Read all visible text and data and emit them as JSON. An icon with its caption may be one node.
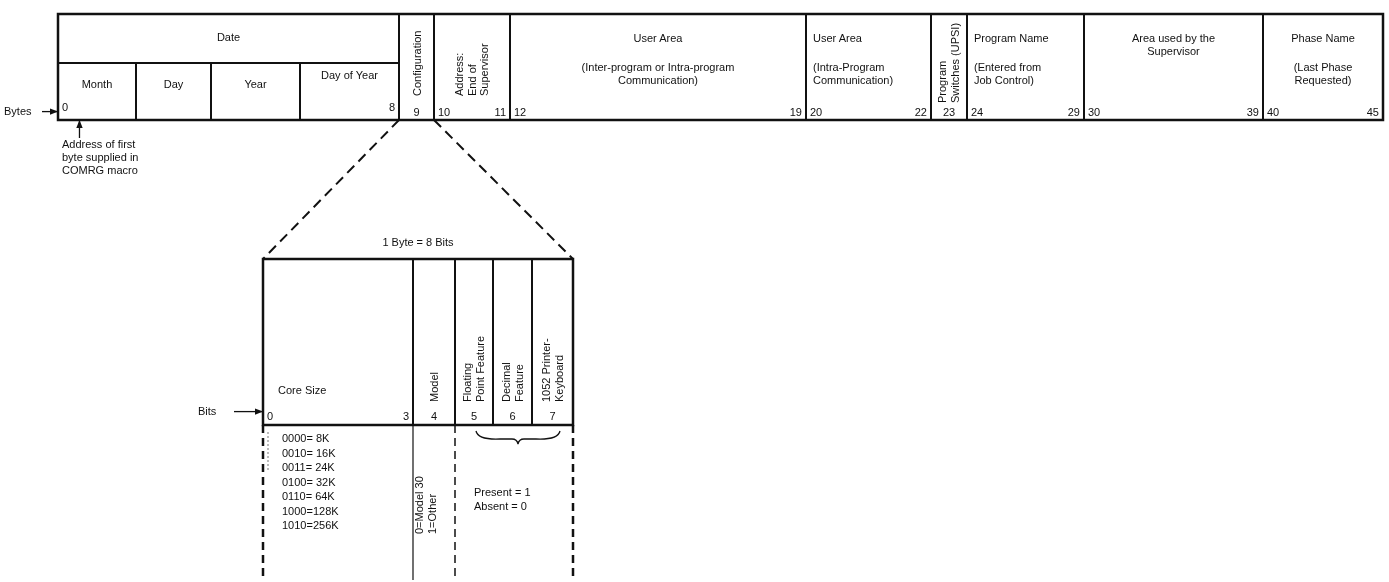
{
  "diagram": {
    "nodes": [
      {
        "text": [
          "Date"
        ]
      },
      {
        "text": [
          "Month",
          "0"
        ]
      },
      {
        "text": [
          "Day"
        ]
      },
      {
        "text": [
          "Year"
        ]
      },
      {
        "text": [
          "Day of Year",
          "8"
        ]
      },
      {
        "text": [
          "Configuration",
          "9"
        ]
      },
      {
        "text": [
          "Address: End of Supervisor",
          "10",
          "11"
        ]
      },
      {
        "text": [
          "User Area",
          "(Inter-program or Intra-program Communication)",
          "12",
          "19"
        ]
      },
      {
        "text": [
          "User Area",
          "(Intra-Program Communication)",
          "20",
          "22"
        ]
      },
      {
        "text": [
          "Program Switches (UPSI)",
          "23"
        ]
      },
      {
        "text": [
          "Program Name",
          "(Entered from Job Control)",
          "24",
          "29"
        ]
      },
      {
        "text": [
          "Area used by the Supervisor",
          "30",
          "39"
        ]
      },
      {
        "text": [
          "Phase Name",
          "(Last Phase Requested)",
          "40",
          "45"
        ]
      },
      {
        "text": [
          "Bytes"
        ]
      },
      {
        "text": [
          "Address of first byte supplied in COMRG macro"
        ]
      },
      {
        "text": [
          "Bits"
        ]
      },
      {
        "text": [
          "Core Size",
          "0",
          "3"
        ]
      },
      {
        "text": [
          "Model",
          "4"
        ]
      },
      {
        "text": [
          "Floating Point Feature",
          "5"
        ]
      },
      {
        "text": [
          "Decimal Feature",
          "6"
        ]
      },
      {
        "text": [
          "1052 Printer-Keyboard",
          "7"
        ]
      }
    ],
    "edges": [
      {
        "from": 14,
        "to": 1,
        "arrow": "to"
      },
      {
        "from": 13,
        "to": 1,
        "arrow": "to"
      },
      {
        "from": 5,
        "to": 16,
        "arrow": "none",
        "style": "dashed"
      },
      {
        "from": 5,
        "to": 20,
        "arrow": "none",
        "style": "dashed"
      },
      {
        "from": 15,
        "to": 16,
        "arrow": "to"
      }
    ],
    "labels": [
      "1 Byte = 8 Bits",
      "0000= 8K",
      "0010= 16K",
      "0011= 24K",
      "0100= 32K",
      "0110= 64K",
      "1000=128K",
      "1010=256K",
      "0=Model 30",
      "1=Other",
      "Present = 1",
      "Absent = 0"
    ]
  }
}
